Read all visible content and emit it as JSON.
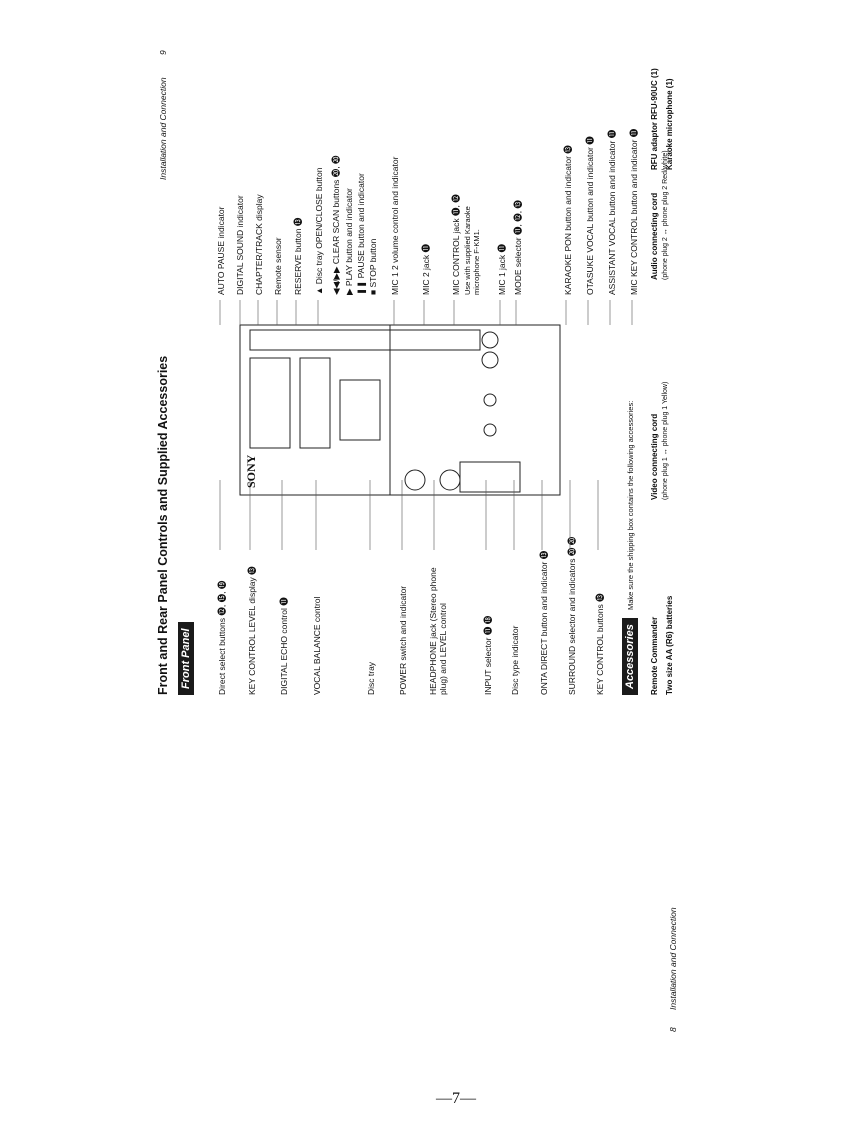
{
  "page": {
    "number_mark": "—7—"
  },
  "spread": {
    "title": "Front and Rear Panel Controls and Supplied Accessories",
    "front_panel_badge": "Front Panel",
    "accessories_badge": "Accessories",
    "accessories_intro": "Make sure the shipping box contains the following accessories:",
    "left_labels": [
      "Direct select buttons ⓬, ⓯, ⓳",
      "KEY CONTROL LEVEL display ⓭",
      "DIGITAL ECHO control ⓫",
      "VOCAL BALANCE control",
      "Disc tray",
      "POWER switch and indicator",
      "HEADPHONE jack (Stereo phone plug) and LEVEL control",
      "INPUT selector ⓫ ⓲",
      "Disc type indicator",
      "ONTA DIRECT button and indicator ⓭",
      "SURROUND selector and indicators ⓴ ⓴",
      "KEY CONTROL buttons ⓭"
    ],
    "right_labels": [
      "AUTO PAUSE indicator",
      "DIGITAL SOUND indicator",
      "CHAPTER/TRACK display",
      "Remote sensor",
      "RESERVE button ⓭",
      "▲ Disc tray OPEN/CLOSE button",
      "◀◀/▶▶ CLEAR SCAN buttons ⓴, ⓴",
      "▶ PLAY button and indicator",
      "❚❚ PAUSE button and indicator",
      "■ STOP button",
      "MIC 1 2 volume control and indicator",
      "MIC 2 jack ⓫",
      "MIC CONTROL jack ⓫, ⓬",
      "Use with supplied Karaoke microphone F-KM1.",
      "MIC 1 jack ⓫",
      "MODE selector ⓫, ⓬, ⓭",
      "KARAOKE PON button and indicator ⓭",
      "OTASUKE VOCAL button and indicator ⓫",
      "ASSISTANT VOCAL button and indicator ⓫",
      "MIC KEY CONTROL button and indicator ⓫"
    ],
    "accessories": [
      {
        "name": "Remote Commander",
        "detail": ""
      },
      {
        "name": "Two size AA (R6) batteries",
        "detail": ""
      },
      {
        "name": "Video connecting cord",
        "detail": "(phone plug 1 ↔ phone plug 1 Yellow)"
      },
      {
        "name": "Audio connecting cord",
        "detail": "(phone plug 2 ↔ phone plug 2 Red/white)"
      },
      {
        "name": "RFU adaptor RFU-90UC (1)",
        "detail": ""
      },
      {
        "name": "Karaoke microphone (1)",
        "detail": ""
      }
    ],
    "footer_left_num": "8",
    "footer_left": "Installation and Connection",
    "footer_right": "Installation and Connection",
    "footer_right_num": "9",
    "brand_logo": "SONY"
  }
}
